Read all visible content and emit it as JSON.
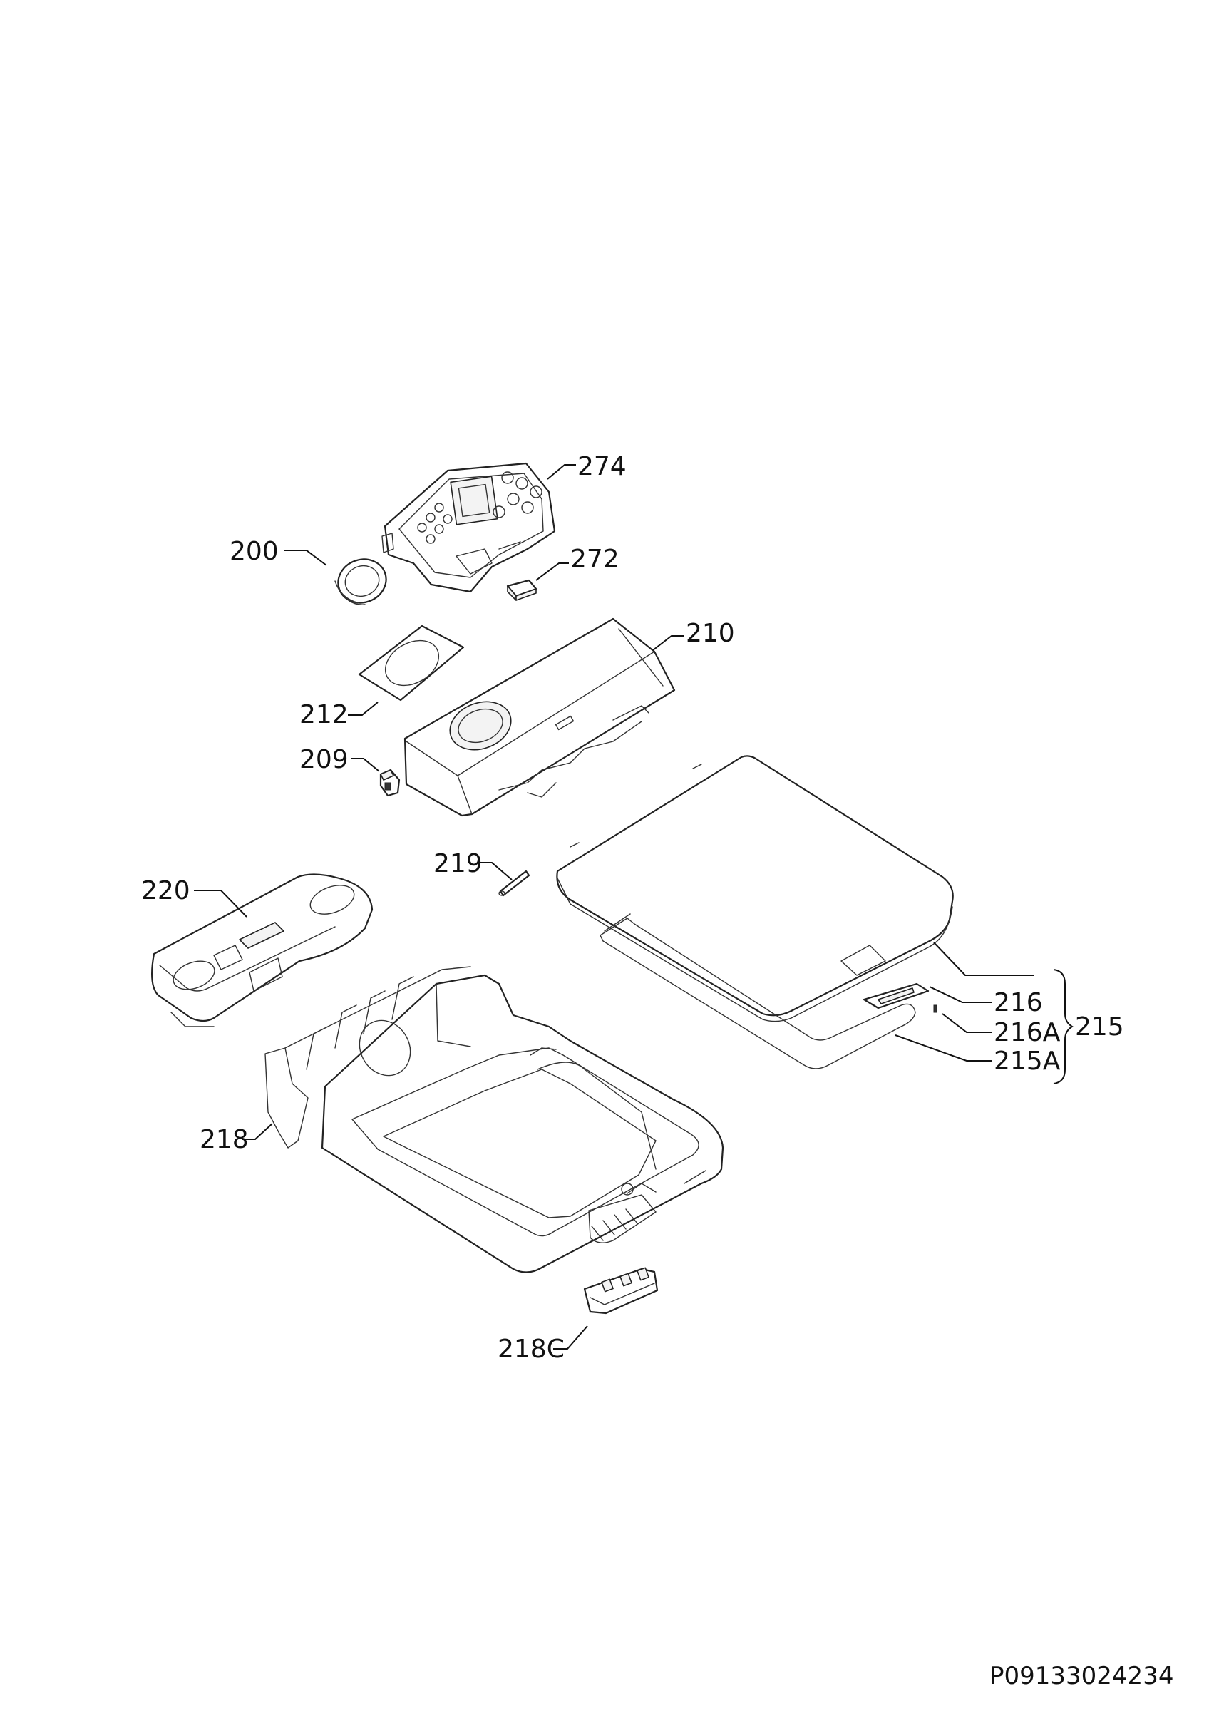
{
  "diagram": {
    "labels": [
      "274",
      "200",
      "272",
      "210",
      "212",
      "209",
      "219",
      "220",
      "216",
      "216A",
      "215",
      "215A",
      "218",
      "218C"
    ],
    "drawing_code": "P09133024234"
  }
}
